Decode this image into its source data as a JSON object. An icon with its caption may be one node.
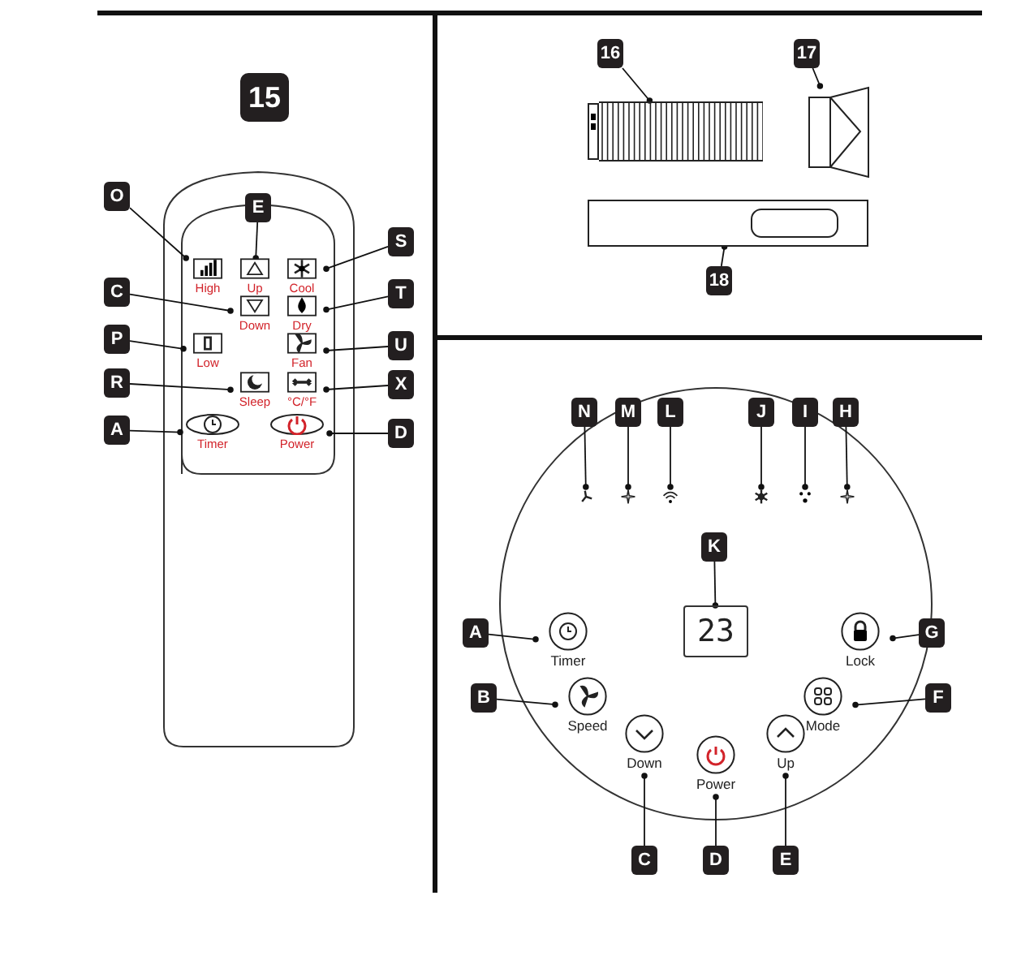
{
  "diagram": {
    "nodes": [
      {
        "text": [
          "O"
        ]
      },
      {
        "text": [
          "E"
        ]
      },
      {
        "text": [
          "High"
        ]
      },
      {
        "text": [
          "Up"
        ]
      },
      {
        "text": [
          "Cool"
        ]
      },
      {
        "text": [
          "S"
        ]
      },
      {
        "text": [
          "C"
        ]
      },
      {
        "text": [
          "Down"
        ]
      },
      {
        "text": [
          "Dry"
        ]
      },
      {
        "text": [
          "T"
        ]
      },
      {
        "text": [
          "P"
        ]
      },
      {
        "text": [
          "Low"
        ]
      },
      {
        "text": [
          "Fan"
        ]
      },
      {
        "text": [
          "U"
        ]
      },
      {
        "text": [
          "R"
        ]
      },
      {
        "text": [
          "Sleep"
        ]
      },
      {
        "text": [
          "°C/°F"
        ]
      },
      {
        "text": [
          "X"
        ]
      },
      {
        "text": [
          "A"
        ]
      },
      {
        "text": [
          "Timer"
        ]
      },
      {
        "text": [
          "Power"
        ]
      },
      {
        "text": [
          "D"
        ]
      },
      {
        "text": [
          "16"
        ]
      },
      {
        "text": [
          "17"
        ]
      },
      {
        "text": [],
        "shape": "picture"
      },
      {
        "text": [],
        "shape": "picture"
      },
      {
        "text": [],
        "shape": "picture"
      },
      {
        "text": [
          "18"
        ]
      },
      {
        "text": [
          "N"
        ]
      },
      {
        "text": [
          "M"
        ]
      },
      {
        "text": [
          "L"
        ]
      },
      {
        "text": [
          "J"
        ]
      },
      {
        "text": [
          "I"
        ]
      },
      {
        "text": [
          "H"
        ]
      },
      {
        "text": [],
        "shape": "icon"
      },
      {
        "text": [],
        "shape": "icon"
      },
      {
        "text": [],
        "shape": "icon"
      },
      {
        "text": [],
        "shape": "icon"
      },
      {
        "text": [],
        "shape": "icon"
      },
      {
        "text": [],
        "shape": "icon"
      },
      {
        "text": [
          "K"
        ]
      },
      {
        "text": [
          "23"
        ]
      },
      {
        "text": [
          "A"
        ]
      },
      {
        "text": [
          "Timer"
        ]
      },
      {
        "text": [
          "Lock"
        ]
      },
      {
        "text": [
          "G"
        ]
      },
      {
        "text": [
          "B"
        ]
      },
      {
        "text": [
          "Speed"
        ]
      },
      {
        "text": [
          "Mode"
        ]
      },
      {
        "text": [
          "F"
        ]
      },
      {
        "text": [
          "Down"
        ]
      },
      {
        "text": [
          "Power"
        ]
      },
      {
        "text": [
          "Up"
        ]
      },
      {
        "text": [
          "C"
        ]
      },
      {
        "text": [
          "D"
        ]
      },
      {
        "text": [
          "E"
        ]
      }
    ],
    "edges": [
      {
        "from": 0,
        "to": 2,
        "arrow": "other"
      },
      {
        "from": 1,
        "to": 3,
        "arrow": "other"
      },
      {
        "from": 5,
        "to": 4,
        "arrow": "other"
      },
      {
        "from": 6,
        "to": 7,
        "arrow": "other"
      },
      {
        "from": 9,
        "to": 8,
        "arrow": "other"
      },
      {
        "from": 10,
        "to": 11,
        "arrow": "other"
      },
      {
        "from": 13,
        "to": 12,
        "arrow": "other"
      },
      {
        "from": 14,
        "to": 15,
        "arrow": "other"
      },
      {
        "from": 17,
        "to": 16,
        "arrow": "other"
      },
      {
        "from": 18,
        "to": 19,
        "arrow": "other"
      },
      {
        "from": 21,
        "to": 20,
        "arrow": "other"
      },
      {
        "from": 22,
        "to": 24,
        "arrow": "other"
      },
      {
        "from": 23,
        "to": 25,
        "arrow": "other"
      },
      {
        "from": 27,
        "to": 26,
        "arrow": "other"
      },
      {
        "from": 28,
        "to": 34,
        "arrow": "other"
      },
      {
        "from": 29,
        "to": 35,
        "arrow": "other"
      },
      {
        "from": 30,
        "to": 36,
        "arrow": "other"
      },
      {
        "from": 31,
        "to": 37,
        "arrow": "other"
      },
      {
        "from": 32,
        "to": 38,
        "arrow": "other"
      },
      {
        "from": 33,
        "to": 39,
        "arrow": "other"
      },
      {
        "from": 40,
        "to": 41,
        "arrow": "other"
      },
      {
        "from": 42,
        "to": 43,
        "arrow": "other"
      },
      {
        "from": 45,
        "to": 44,
        "arrow": "other"
      },
      {
        "from": 46,
        "to": 47,
        "arrow": "other"
      },
      {
        "from": 49,
        "to": 48,
        "arrow": "other"
      },
      {
        "from": 53,
        "to": 50,
        "arrow": "other"
      },
      {
        "from": 54,
        "to": 51,
        "arrow": "other"
      },
      {
        "from": 55,
        "to": 52,
        "arrow": "other"
      }
    ],
    "labels": [
      "15"
    ]
  }
}
